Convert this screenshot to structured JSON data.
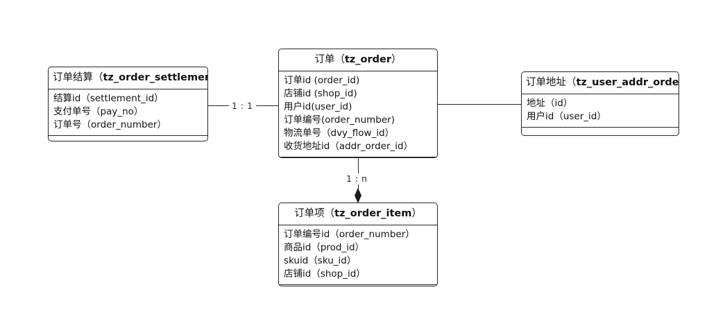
{
  "diagram": {
    "title_cn_label": "订单",
    "background": "#ffffff",
    "line_color": "#262626",
    "entities": [
      {
        "id": "order-settlement",
        "name_cn": "订单结算",
        "table": "tz_order_settlement",
        "header_open": "（",
        "header_close": "）",
        "fields": [
          "结算id（settlement_id）",
          "支付单号（pay_no）",
          "订单号（order_number）"
        ]
      },
      {
        "id": "order",
        "name_cn": "订单",
        "table": "tz_order",
        "header_open": "（",
        "header_close": "）",
        "fields": [
          "订单id (order_id)",
          "店铺id (shop_id)",
          "用户id(user_id)",
          "订单编号(order_number)",
          "物流单号（dvy_flow_id）",
          "收货地址id（addr_order_id）"
        ]
      },
      {
        "id": "user-addr-order",
        "name_cn": "订单地址",
        "table": "tz_user_addr_order",
        "header_open": "（",
        "header_close": "）",
        "fields": [
          "地址（id）",
          "用户id（user_id）"
        ]
      },
      {
        "id": "order-item",
        "name_cn": "订单项",
        "table": "tz_order_item",
        "header_open": "（",
        "header_close": "）",
        "fields": [
          "订单编号id（order_number）",
          "商品id（prod_id）",
          "skuid（sku_id）",
          "店铺id（shop_id）"
        ]
      }
    ],
    "relationships": [
      {
        "id": "settlement-order",
        "label": "1 : 1"
      },
      {
        "id": "order-address",
        "label": ""
      },
      {
        "id": "order-orderitem",
        "label": "1 : n"
      }
    ]
  }
}
